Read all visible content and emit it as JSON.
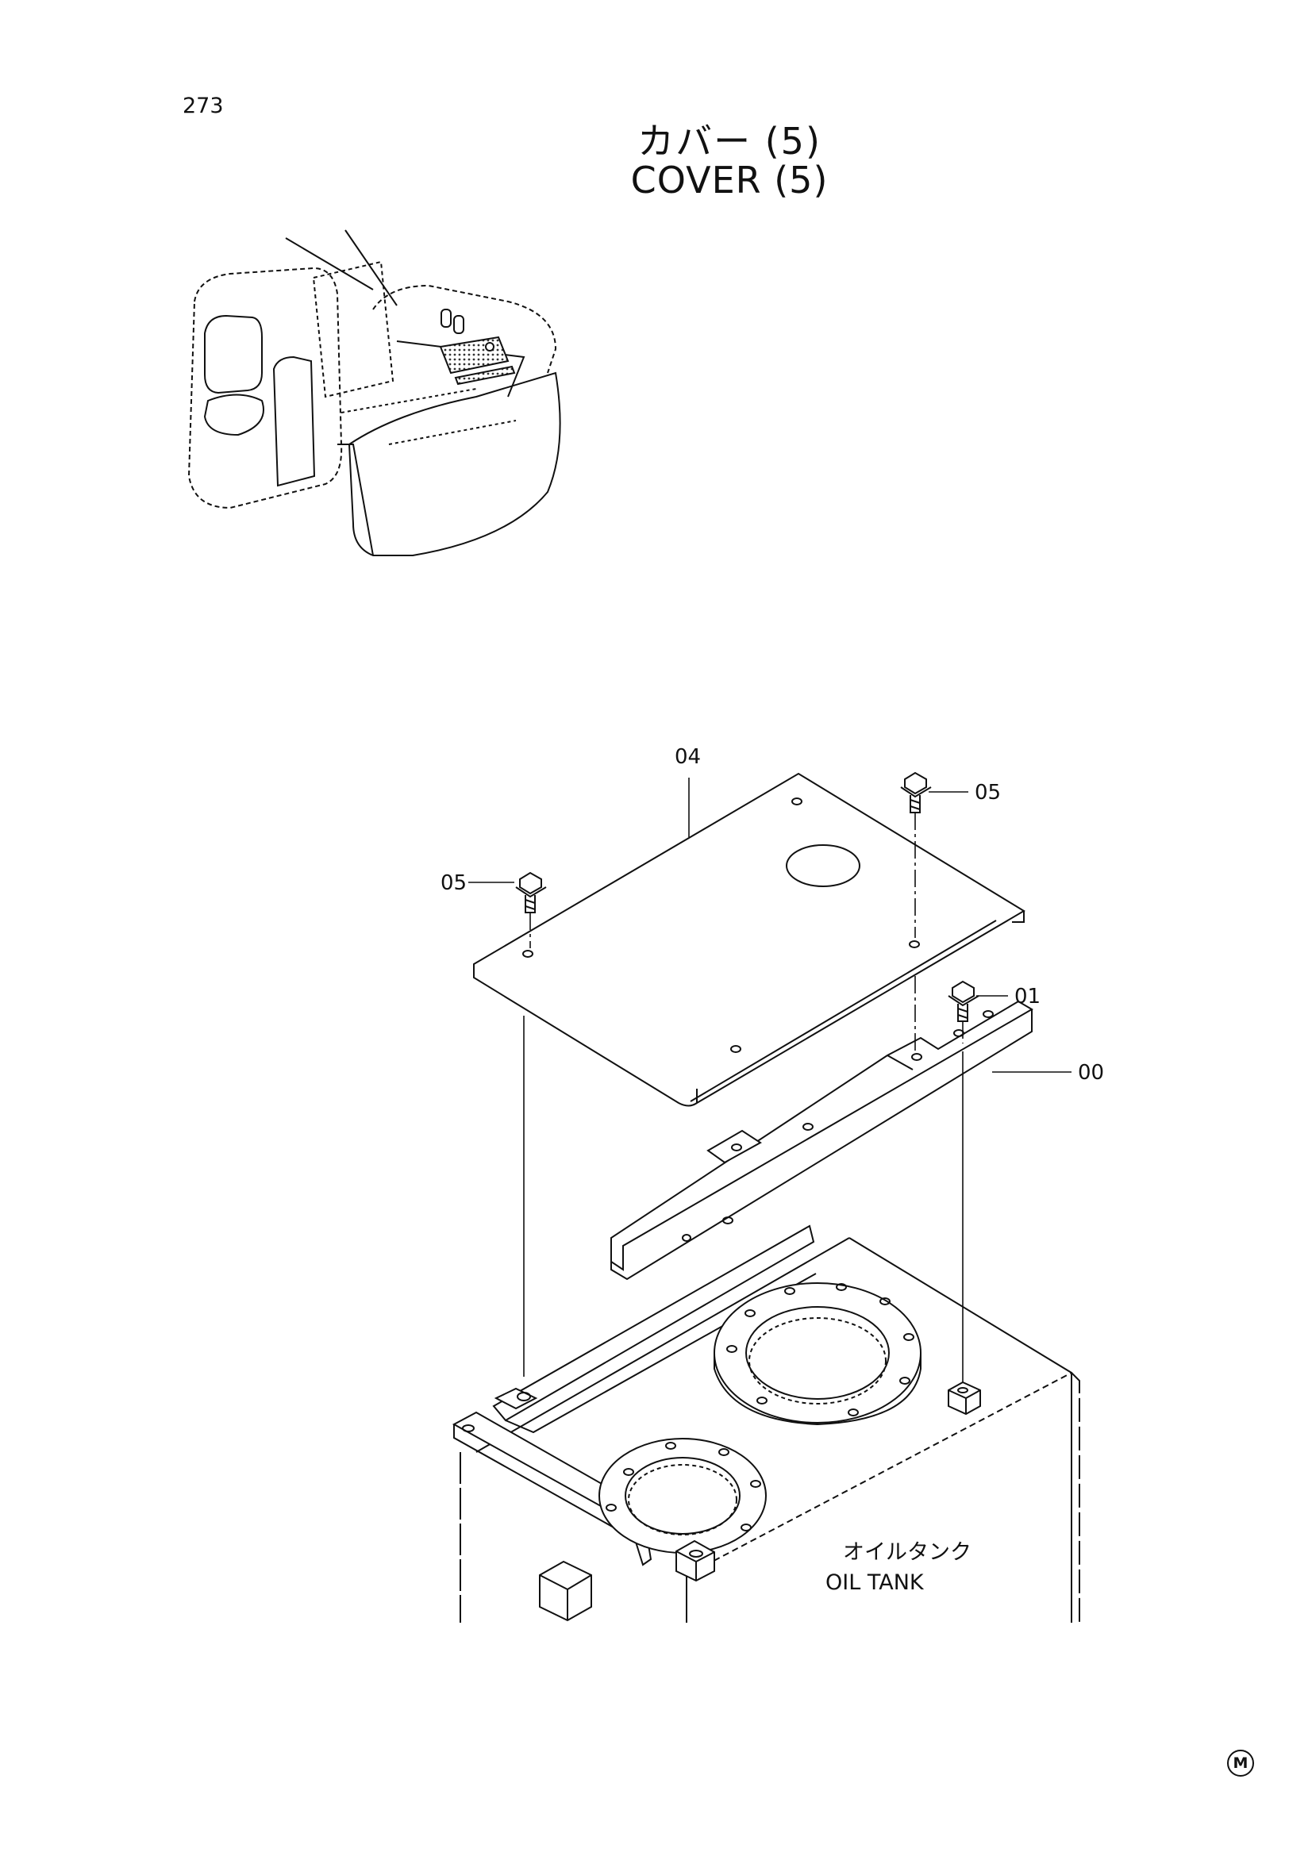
{
  "page": {
    "number": "273",
    "title_jp": "カバー (5)",
    "title_en": "COVER (5)",
    "corner_mark": "M"
  },
  "callouts": {
    "cover": "04",
    "bolt_left": "05",
    "bolt_right": "05",
    "bolt_bracket": "01",
    "bracket": "00"
  },
  "tank_label": {
    "jp": "オイルタンク",
    "en": "OIL TANK"
  },
  "colors": {
    "line": "#111111",
    "background": "#ffffff",
    "hatch": "#333333"
  }
}
